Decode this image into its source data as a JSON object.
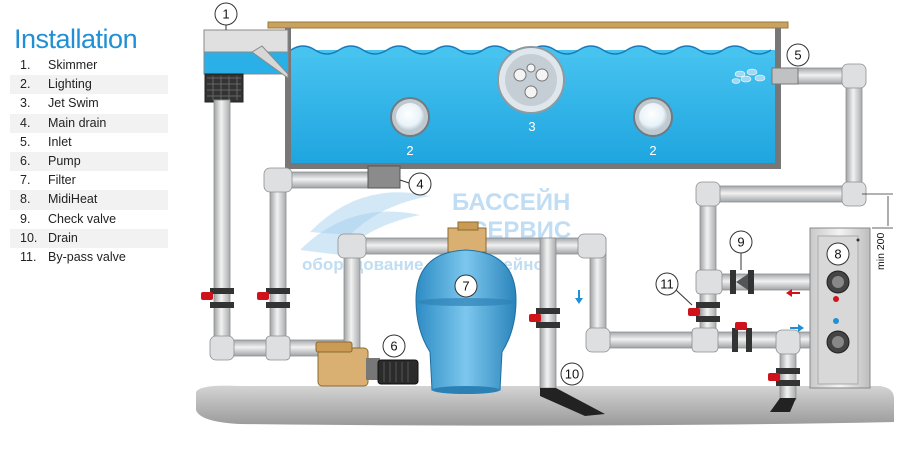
{
  "legend": {
    "title": "Installation",
    "items": [
      {
        "num": "1.",
        "label": "Skimmer"
      },
      {
        "num": "2.",
        "label": "Lighting"
      },
      {
        "num": "3.",
        "label": "Jet Swim"
      },
      {
        "num": "4.",
        "label": "Main drain"
      },
      {
        "num": "5.",
        "label": "Inlet"
      },
      {
        "num": "6.",
        "label": "Pump"
      },
      {
        "num": "7.",
        "label": "Filter"
      },
      {
        "num": "8.",
        "label": "MidiHeat"
      },
      {
        "num": "9.",
        "label": "Check valve"
      },
      {
        "num": "10.",
        "label": "Drain"
      },
      {
        "num": "11.",
        "label": "By-pass valve"
      }
    ]
  },
  "callouts": {
    "skimmer": "1",
    "lighting_left": "2",
    "lighting_right": "2",
    "jet_swim": "3",
    "main_drain": "4",
    "inlet": "5",
    "pump": "6",
    "filter": "7",
    "midiheat": "8",
    "check_valve": "9",
    "drain": "10",
    "bypass_valve": "11"
  },
  "dimension_label": "min 200",
  "watermark": {
    "line1": "БАССЕЙН",
    "line2": "СЕРВИС",
    "line3": "оборудование для бассейнов"
  },
  "colors": {
    "water": "#2ab0e6",
    "pipe": "#c9cacb",
    "valve_handle": "#d0121b",
    "pump_body": "#d9b071",
    "filter_body": "#4ca9d8",
    "ground": "#b5b5b5",
    "title": "#1f8fd6"
  }
}
